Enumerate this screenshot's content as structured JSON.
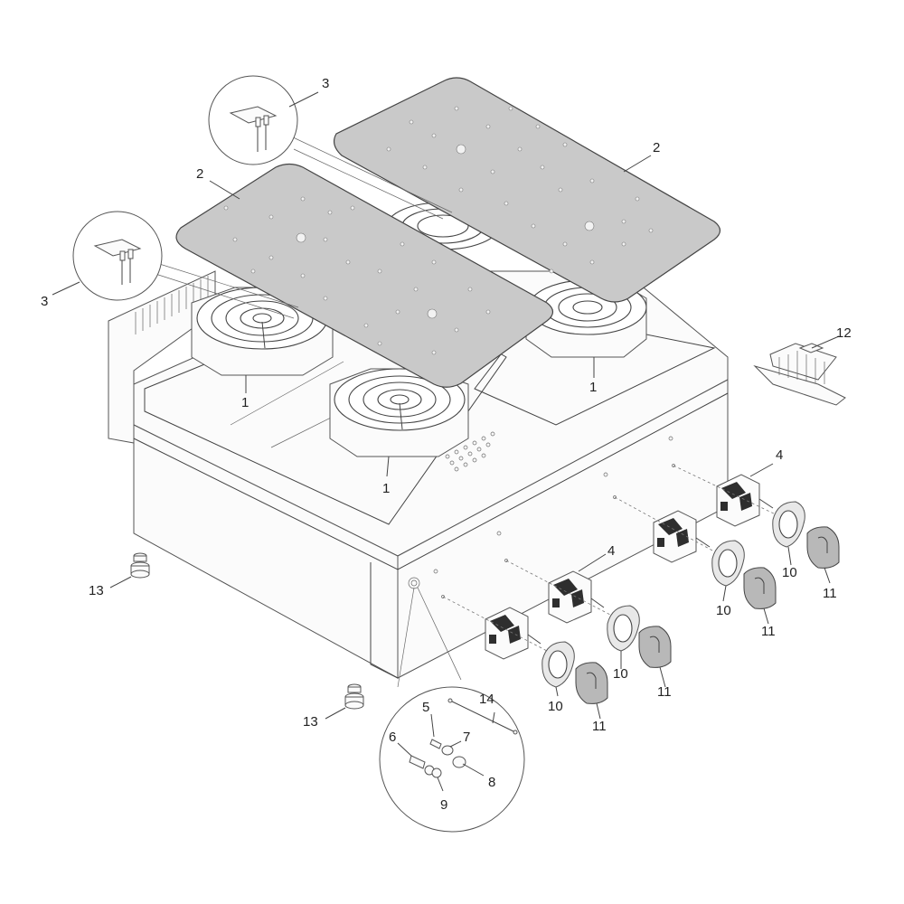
{
  "callouts": {
    "induction_coil_rear_left": "1",
    "induction_coil_front_left": "1",
    "induction_coil_right": "1",
    "glass_plate_left": "2",
    "glass_plate_right": "2",
    "sensor_detail_left": "3",
    "sensor_detail_right": "3",
    "power_module_left": "4",
    "power_module_right": "4",
    "fuse_parts": [
      "5",
      "6",
      "7",
      "8",
      "9"
    ],
    "bezel_labels": [
      "10",
      "10",
      "10",
      "10"
    ],
    "knob_labels": [
      "11",
      "11",
      "11",
      "11"
    ],
    "terminal_block": "12",
    "foot_left": "13",
    "foot_front": "13",
    "wire": "14"
  },
  "colors": {
    "plate": "#c9c9c9",
    "line": "#444444",
    "knob": "#b8b8b8"
  }
}
